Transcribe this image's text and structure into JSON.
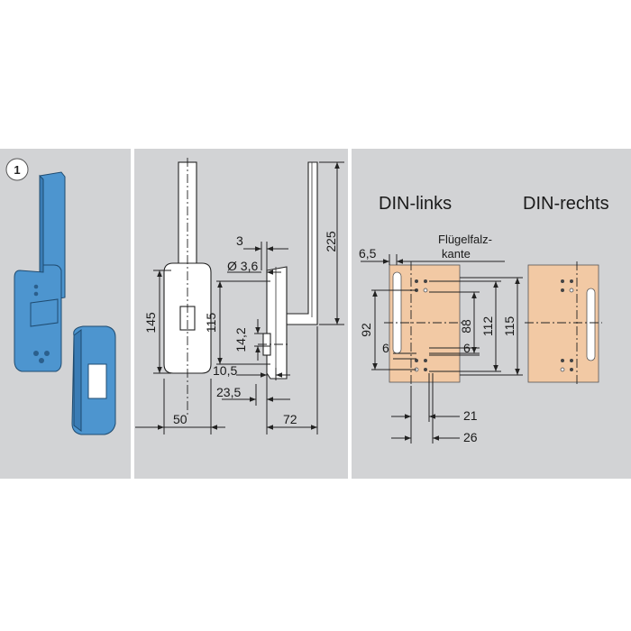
{
  "badge": "1",
  "headings": {
    "din_links": "DIN-links",
    "din_rechts": "DIN-rechts"
  },
  "labels": {
    "fluegelfalz_line1": "Flügelfalz-",
    "fluegelfalz_line2": "kante"
  },
  "dimensions": {
    "d3": "3",
    "dia36": "Ø 3,6",
    "d225": "225",
    "d145": "145",
    "d115_left": "115",
    "d142": "14,2",
    "d105": "10,5",
    "d235": "23,5",
    "d50": "50",
    "d72": "72",
    "d65": "6,5",
    "d92": "92",
    "d6a": "6",
    "d6b": "6",
    "d88": "88",
    "d112": "112",
    "d115_right": "115",
    "d21": "21",
    "d26": "26"
  },
  "colors": {
    "panel": "#d2d3d5",
    "handle_blue": "#4d95cf",
    "plate": "#f2c9a4"
  }
}
